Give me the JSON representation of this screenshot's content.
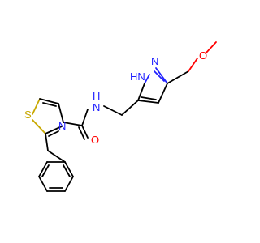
{
  "molecule": {
    "atoms": {
      "s1": {
        "element": "S",
        "color": "#c8a800"
      },
      "n_thiazole": {
        "element": "N",
        "color": "#2020ff"
      },
      "n_amide": {
        "element": "N",
        "color": "#2020ff"
      },
      "h_amide": {
        "element": "H",
        "color": "#2020ff"
      },
      "o_carbonyl": {
        "element": "O",
        "color": "#ff0000"
      },
      "n_pyrazole_h": {
        "element": "HN",
        "color": "#2020ff"
      },
      "n_pyrazole": {
        "element": "N",
        "color": "#2020ff"
      },
      "o_ether": {
        "element": "O",
        "color": "#ff0000"
      }
    }
  }
}
